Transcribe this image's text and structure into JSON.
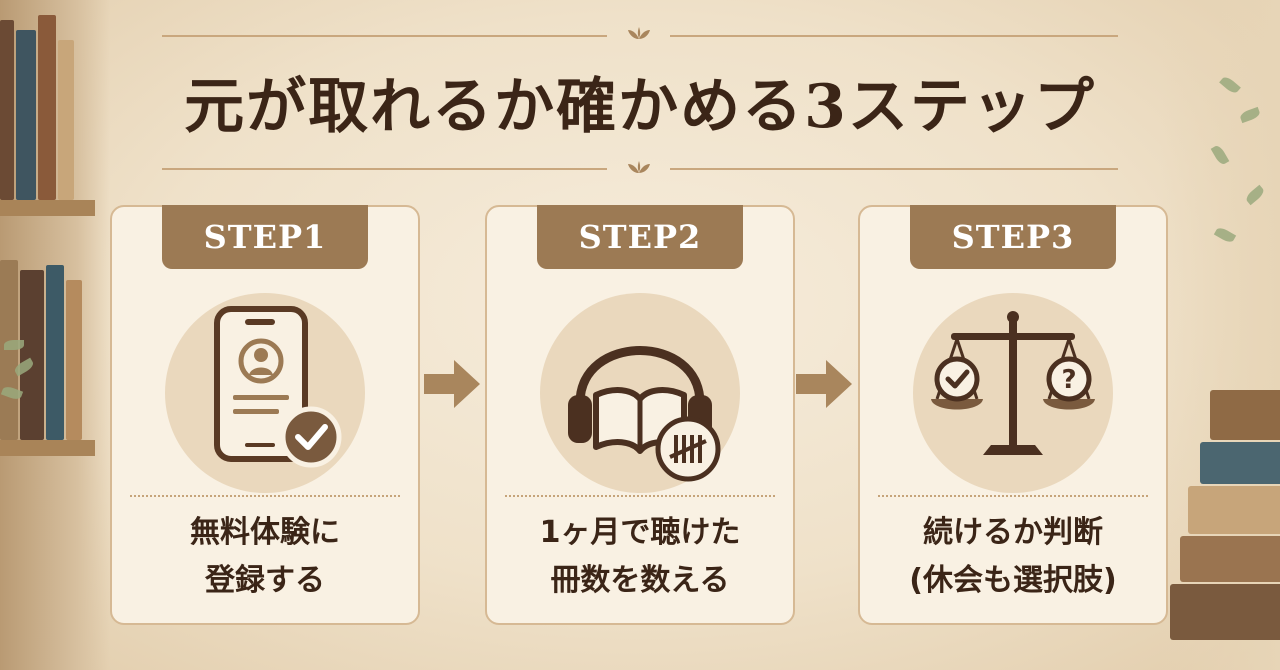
{
  "title": "元が取れるか確かめる3ステップ",
  "colors": {
    "accent": "#9c7a54",
    "text": "#3b2517",
    "card": "#f9f1e3",
    "circle": "#ead8bd"
  },
  "steps": [
    {
      "label": "STEP1",
      "icon": "smartphone-check-icon",
      "caption_lines": [
        "無料体験に",
        "登録する"
      ]
    },
    {
      "label": "STEP2",
      "icon": "headphones-book-icon",
      "caption_lines": [
        "1ヶ月で聴けた",
        "冊数を数える"
      ]
    },
    {
      "label": "STEP3",
      "icon": "balance-scale-icon",
      "caption_lines": [
        "続けるか判断",
        "(休会も選択肢)"
      ]
    }
  ]
}
